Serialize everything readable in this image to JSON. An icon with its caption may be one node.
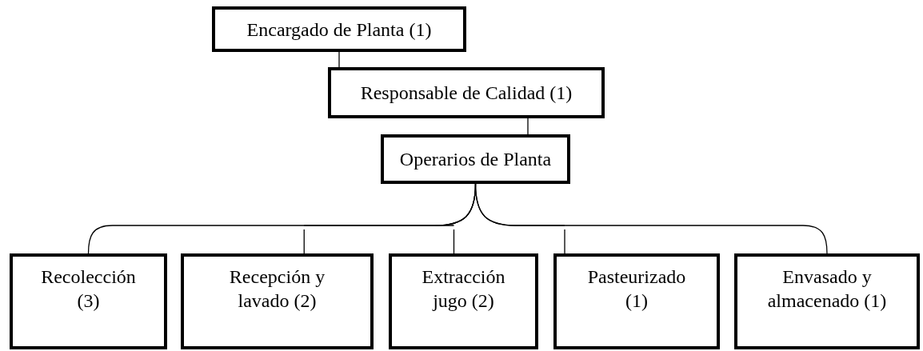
{
  "diagram": {
    "nodes": [
      {
        "text": [
          "Encargado de Planta (1)"
        ]
      },
      {
        "text": [
          "Responsable de Calidad (1)"
        ]
      },
      {
        "text": [
          "Operarios de Planta"
        ]
      },
      {
        "text": [
          "Recolección (3)"
        ]
      },
      {
        "text": [
          "Recepción y lavado (2)"
        ]
      },
      {
        "text": [
          "Extracción jugo (2)"
        ]
      },
      {
        "text": [
          "Pasteurizado (1)"
        ]
      },
      {
        "text": [
          "Envasado y almacenado (1)"
        ]
      }
    ],
    "edges": [
      {
        "from": 0,
        "to": 1,
        "arrow": "none"
      },
      {
        "from": 1,
        "to": 2,
        "arrow": "none"
      },
      {
        "from": 2,
        "to": 3,
        "arrow": "none"
      },
      {
        "from": 2,
        "to": 4,
        "arrow": "none"
      },
      {
        "from": 2,
        "to": 5,
        "arrow": "none"
      },
      {
        "from": 2,
        "to": 6,
        "arrow": "none"
      },
      {
        "from": 2,
        "to": 7,
        "arrow": "none"
      }
    ]
  }
}
